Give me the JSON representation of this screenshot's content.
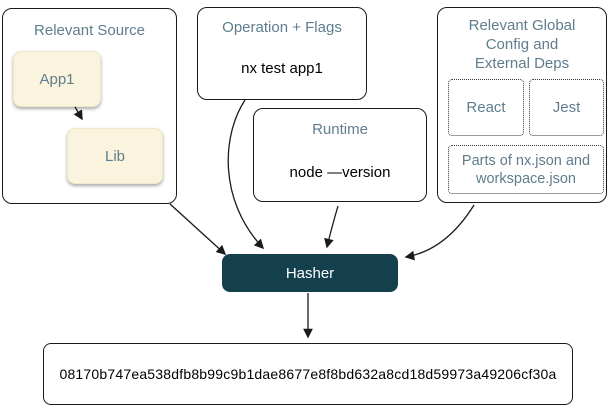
{
  "colors": {
    "title_text": "#5f7d8d",
    "source_node_fill": "#faf3dd",
    "hasher_fill": "#14404e",
    "hasher_text": "#ffffff",
    "border": "#1a1a1a",
    "background": "#ffffff"
  },
  "relevant_source": {
    "title": "Relevant Source",
    "app_node": "App1",
    "lib_node": "Lib"
  },
  "operation_flags": {
    "title": "Operation + Flags",
    "command": "nx test app1"
  },
  "runtime": {
    "title": "Runtime",
    "command": "node —version"
  },
  "global_config": {
    "title": "Relevant Global\nConfig and\nExternal Deps",
    "react_dep": "React",
    "jest_dep": "Jest",
    "config_files": "Parts of nx.json and\nworkspace.json"
  },
  "hasher": {
    "label": "Hasher"
  },
  "hash_output": {
    "value": "08170b747ea538dfb8b99c9b1dae8677e8f8bd632a8cd18d59973a49206cf30a"
  }
}
